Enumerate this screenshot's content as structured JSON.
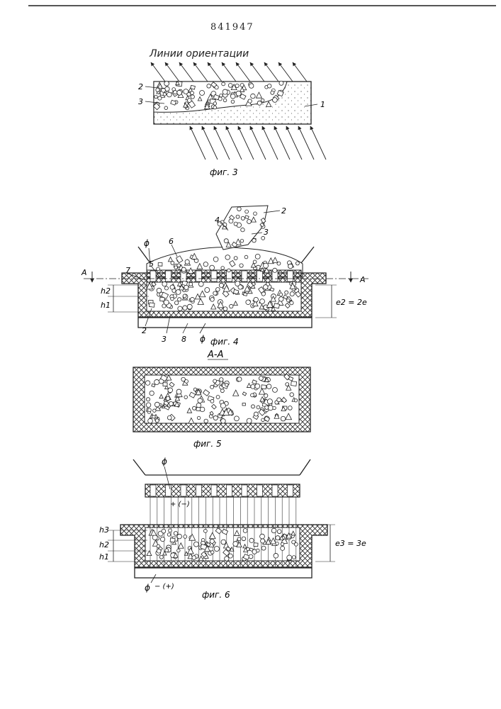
{
  "document": {
    "patent_number": "841947",
    "orientation_caption": "Линии ориентации"
  },
  "figures": {
    "fig3": {
      "caption": "фиг. 3",
      "labels": {
        "l2": "2",
        "l3": "3",
        "l1": "1"
      }
    },
    "fig4": {
      "caption": "фиг. 4",
      "labels": {
        "phi_top": "ϕ",
        "l6": "6",
        "l4": "4",
        "l2": "2",
        "l3": "3",
        "l7": "7",
        "l5": "5",
        "h2": "h2",
        "h1": "h1",
        "l2b": "2",
        "l3b": "3",
        "l8": "8",
        "phi_bottom": "ϕ",
        "section_left": "A",
        "section_right": "A",
        "e2": "e2 = 2e"
      }
    },
    "fig5": {
      "caption": "фиг. 5",
      "section_title": "А-А"
    },
    "fig6": {
      "caption": "фиг. 6",
      "labels": {
        "phi_top": "ϕ",
        "pole_top": "+ (−)",
        "h3": "h3",
        "h2": "h2",
        "h1": "h1",
        "e3": "e3 = 3e",
        "phi_bottom": "ϕ",
        "pole_bottom": "− (+)"
      }
    }
  }
}
